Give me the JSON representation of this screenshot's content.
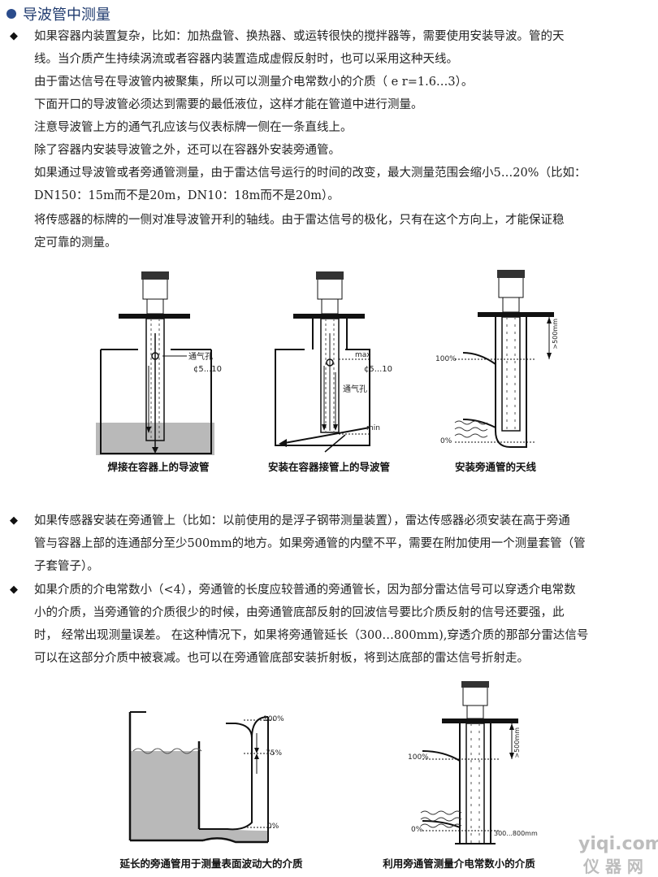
{
  "heading": "导波管中测量",
  "section1": [
    "如果容器内装置复杂，比如：加热盘管、换热器、或运转很快的搅拌器等，需要使用安装导波。管的天",
    "线。当介质产生持续涡流或者容器内装置造成虚假反射时，也可以采用这种天线。",
    "由于雷达信号在导波管内被聚集，所以可以测量介电常数小的介质（ e r=1.6…3）。",
    "下面开口的导波管必须达到需要的最低液位，这样才能在管道中进行测量。",
    "注意导波管上方的通气孔应该与仪表标牌一侧在一条直线上。",
    "除了容器内安装导波管之外，还可以在容器外安装旁通管。",
    "如果通过导波管或者旁通管测量，由于雷达信号运行的时间的改变，最大测量范围会缩小5…20%（比如：",
    "DN150：15m而不是20m，DN10：18m而不是20m）。",
    " 将传感器的标牌的一侧对准导波管开利的轴线。由于雷达信号的极化，只有在这个方向上，才能保证稳",
    "定可靠的测量。"
  ],
  "fig1": {
    "vent": "通气孔",
    "dia": "¢5...10",
    "caption": "焊接在容器上的导波管"
  },
  "fig2": {
    "max": "max",
    "min": "min",
    "dia": "¢5...10",
    "vent": "通气孔",
    "caption": "安装在容器接管上的导波管"
  },
  "fig3": {
    "p100": "100%",
    "p0": "0%",
    "dist": ">500mm",
    "caption": "安装旁通管的天线"
  },
  "section2": [
    "如果传感器安装在旁通管上（比如：以前使用的是浮子钢带测量装置），雷达传感器必须安装在高于旁通",
    "管与容器上部的连通部分至少500mm的地方。如果旁通管的内壁不平，需要在附加使用一个测量套管（管",
    "子套管子）。"
  ],
  "section3": [
    "如果介质的介电常数小（<4），旁通管的长度应较普通的旁通管长，因为部分雷达信号可以穿透介电常数",
    "小的介质，当旁通管的介质很少的时候，由旁通管底部反射的回波信号要比介质反射的信号还要强，此",
    "时， 经常出现测量误差。 在这种情况下，如果将旁通管延长（300…800mm),穿透介质的那部分雷达信号",
    "可以在这部分介质中被衰减。也可以在旁通管底部安装折射板，将到达底部的雷达信号折射走。"
  ],
  "fig4": {
    "p100": "100%",
    "p75": "75%",
    "p0": "0%",
    "caption": "延长的旁通管用于测量表面波动大的介质"
  },
  "fig5": {
    "p100": "100%",
    "p0": "0%",
    "dist": ">500mm",
    "ext": "300...800mm",
    "caption": "利用旁通管测量介电常数小的介质"
  },
  "watermark": {
    "latin": "yiqi.com",
    "cjk": "仪 器 网"
  },
  "colors": {
    "heading": "#1f3a6e",
    "bullet_dot": "#2b4c8c",
    "liquid": "#b9b9b9"
  }
}
